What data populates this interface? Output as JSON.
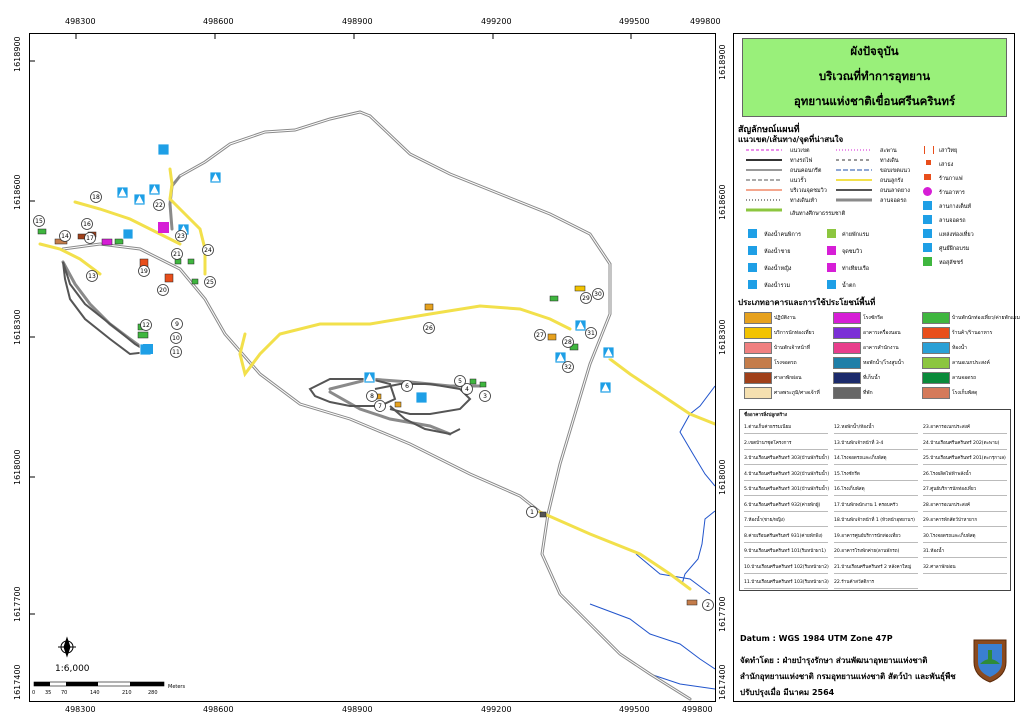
{
  "map": {
    "x_ticks": [
      "498300",
      "498600",
      "498900",
      "499200",
      "499500",
      "499800"
    ],
    "y_ticks": [
      "1618900",
      "1618600",
      "1618300",
      "1618000",
      "1617700",
      "1617400"
    ],
    "scale_ratio": "1:6,000",
    "scale_ticks": [
      "0",
      "35",
      "70",
      "140",
      "210",
      "280"
    ],
    "scale_unit": "Meters",
    "point_labels": [
      "1",
      "2",
      "3",
      "4",
      "5",
      "6",
      "7",
      "8",
      "9",
      "10",
      "11",
      "12",
      "13",
      "14",
      "15",
      "16",
      "17",
      "18",
      "19",
      "20",
      "21",
      "22",
      "23",
      "24",
      "25",
      "26",
      "27",
      "28",
      "29",
      "30",
      "31",
      "32"
    ],
    "colors": {
      "road_yellow": "#f2e04b",
      "road_gray": "#8a8a8a",
      "water": "#2255cc",
      "title_bg": "#99f07a",
      "icon_blue": "#1e9fe6"
    }
  },
  "title": {
    "line1": "ผังปัจจุบัน",
    "line2": "บริเวณที่ทำการอุทยาน",
    "line3": "อุทยานแห่งชาติเขื่อนศรีนครินทร์"
  },
  "legend": {
    "heading": "สัญลักษณ์แผนที่",
    "subheading": "แนวเขต/เส้นทาง/จุดที่น่าสนใจ",
    "lines": [
      "แนวเขต",
      "ทางรถไฟ",
      "ถนนคอนกรีต",
      "แนวรั้ว",
      "บริเวณจุดชมวิว",
      "ทางเดินเท้า",
      "เส้นทางศึกษาธรรมชาติ",
      "สะพาน",
      "ทางเดิน",
      "ขอบเขตแนว",
      "ถนนลูกรัง",
      "ถนนลาดยาง",
      "ลานจอดรถ"
    ],
    "points_left": [
      "ห้องน้ำคนพิการ",
      "ห้องน้ำชาย",
      "ห้องน้ำหญิง",
      "ห้องน้ำรวม"
    ],
    "points_mid": [
      "ค่ายพักแรม",
      "จุดชมวิว",
      "ท่าเทียบเรือ",
      "น้ำตก"
    ],
    "points_right": [
      "เสาวิทยุ",
      "เสาธง",
      "ร้านกาแฟ",
      "ร้านอาหาร",
      "ลานกางเต็นท์",
      "ลานจอดรถ",
      "แหล่งท่องเที่ยว",
      "ศูนย์ฝึกอบรม",
      "หอสุลัชชร์"
    ],
    "landuse_heading": "ประเภทอาคารและการใช้ประโยชน์พื้นที่",
    "landuse": [
      {
        "label": "ปฏิบัติงาน",
        "color": "#e6a11e"
      },
      {
        "label": "บริการนักท่องเที่ยว",
        "color": "#f2c300"
      },
      {
        "label": "บ้านพักเจ้าหน้าที่",
        "color": "#f08080"
      },
      {
        "label": "โรงจอดรถ",
        "color": "#c47c4a"
      },
      {
        "label": "ศาลาพักผ่อน",
        "color": "#a0401a"
      },
      {
        "label": "ศาลพระภูมิ/ศาลเจ้าที่",
        "color": "#f5e0b0"
      },
      {
        "label": "โรงซักรีด",
        "color": "#d61ed6"
      },
      {
        "label": "อาคารเครื่องนอน",
        "color": "#7b2fd6"
      },
      {
        "label": "อาคารสำนักงาน",
        "color": "#e83e8c"
      },
      {
        "label": "หอพักน้ำ/โรงสูบน้ำ",
        "color": "#1e7fa8"
      },
      {
        "label": "ที่เก็บน้ำ",
        "color": "#1b2a6b"
      },
      {
        "label": "ที่พัก",
        "color": "#666666"
      },
      {
        "label": "บ้านพักนักท่องเที่ยว/ค่ายพักแรม",
        "color": "#3fb63f"
      },
      {
        "label": "ร้านค้า/ร้านอาหาร",
        "color": "#e84e1b"
      },
      {
        "label": "ห้องน้ำ",
        "color": "#2aa0d6"
      },
      {
        "label": "ลานอเนกประสงค์",
        "color": "#8cc63f"
      },
      {
        "label": "ลานจอดรถ",
        "color": "#0a8a3a"
      },
      {
        "label": "โรงเก็บพัสดุ",
        "color": "#d47a5a"
      }
    ]
  },
  "names": {
    "heading": "ชื่ออาคารสิ่งปลูกสร้าง",
    "col1": [
      "1.ด่านเก็บค่าธรรมเนียม",
      "2.เขตบ้านฯชุดโครงการ",
      "3.บ้านเรือนศรีนครินทร์ 303(บ้านพักริมน้ำ)",
      "4.บ้านเรือนศรีนครินทร์ 302(บ้านพักริมน้ำ)",
      "5.บ้านเรือนศรีนครินทร์ 301(บ้านพักริมน้ำ)",
      "6.บ้านเรือนศรีนครินทร์ 932(ค่ายพักผู้)",
      "7.ห้องน้ำ(ชาย/หญิง)",
      "8.ค่ายเรือนศรีนครินทร์ 931(ค่ายพักพิง)",
      "9.บ้านเรือนศรีนครินทร์ 101(ริมหน้าผา1)",
      "10.บ้านเรือนศรีนครินทร์ 102(ริมหน้าผา2)",
      "11.บ้านเรือนศรีนครินทร์ 103(ริมหน้าผา3)"
    ],
    "col2": [
      "12.หอพักน้ำ/ห้องน้ำ",
      "13.บ้านพักเจ้าหน้าที่ 3-4",
      "14.โรงจอดรถและเก็บพัสดุ",
      "15.โรงซักรีด",
      "16.โรงเก็บพัสดุ",
      "17.บ้านพักพนักงาน 1 ครอบครัว",
      "18.บ้านพักเจ้าหน้าที่ 1 (หัวหน้าอุทยานฯ)",
      "19.อาคารศูนย์บริการนักท่องเที่ยว",
      "20.อาคารโรงพักค่าย(ลานพักรถ)",
      "21.บ้านเรือนศรีนครินทร์ 2 หลังคาใหญ่",
      "22.ร้านค้าสวัสดิการ"
    ],
    "col3": [
      "23.อาคารอเนกประสงค์",
      "24.บ้านเรือนศรีนครินทร์ 202(ตะพาบ)",
      "25.บ้านเรือนศรีนครินทร์ 201(ตะกรุกาเล)",
      "26.โรงผลิตไฟฟ้าพลังน้ำ",
      "27.ศูนย์บริการนักท่องเที่ยว",
      "28.อาคารอเนกประสงค์",
      "29.อาคารพักสัตว์ป่าหายาก",
      "30.โรงจอดรถและเก็บพัสดุ",
      "31.ห้องน้ำ",
      "32.ศาลาพักผ่อน"
    ]
  },
  "footer": {
    "datum": "Datum  : WGS 1984 UTM Zone 47P",
    "made_by": "จัดทำโดย  : ฝ่ายบำรุงรักษา ส่วนพัฒนาอุทยานแห่งชาติ",
    "office": "สำนักอุทยานแห่งชาติ  กรมอุทยานแห่งชาติ สัตว์ป่า และพันธุ์พืช",
    "updated": "ปรับปรุงเมื่อ มีนาคม 2564"
  }
}
